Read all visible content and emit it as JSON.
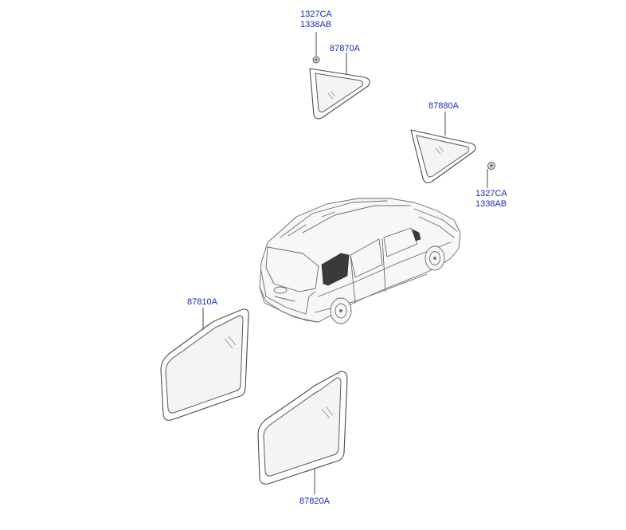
{
  "diagram": {
    "labels": {
      "clip_top_a": "1327CA",
      "clip_top_b": "1338AB",
      "glass_87870": "87870A",
      "glass_87880": "87880A",
      "clip_right_a": "1327CA",
      "clip_right_b": "1338AB",
      "glass_87810": "87810A",
      "glass_87820": "87820A"
    },
    "colors": {
      "label_text": "#1a2bb8",
      "line": "#4a4a4a",
      "background": "#ffffff"
    }
  }
}
